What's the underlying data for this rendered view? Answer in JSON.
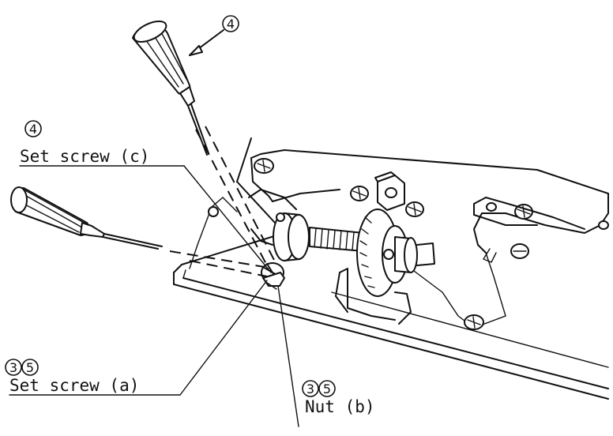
{
  "callouts": {
    "step_top": "4",
    "step_left": "4",
    "step_a": [
      "3",
      "5"
    ],
    "step_b": [
      "3",
      "5"
    ]
  },
  "labels": {
    "set_screw_c": "Set screw (c)",
    "set_screw_a": "Set screw (a)",
    "nut_b": "Nut (b)"
  }
}
